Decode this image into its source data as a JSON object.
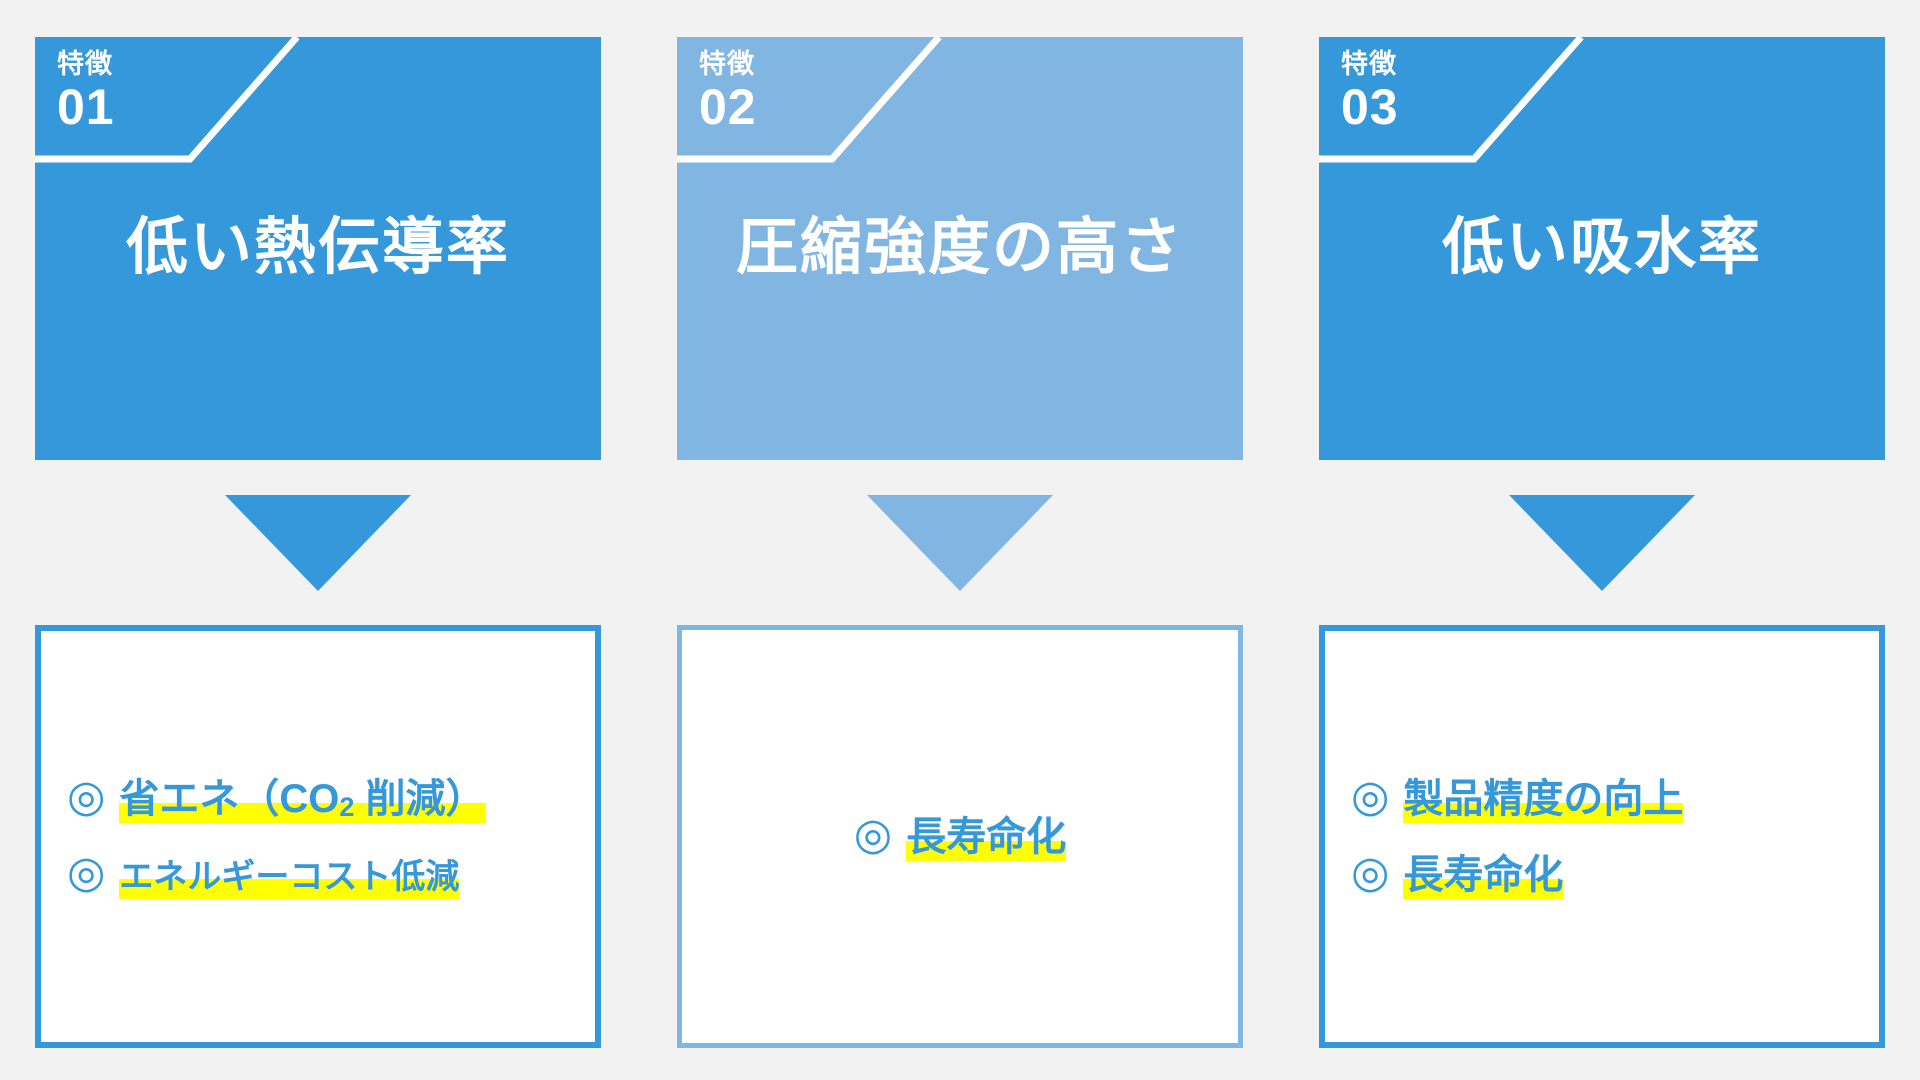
{
  "page": {
    "background_color": "#f2f2f2",
    "accent_dark": "#3498db",
    "accent_light": "#81b6e2",
    "highlight_color": "#ffff00",
    "card_text_color": "#ffffff"
  },
  "columns": [
    {
      "tone": "dark",
      "badge": {
        "label": "特徴",
        "number": "01"
      },
      "title": "低い熱伝導率",
      "arrow": {
        "name": "down-arrow"
      },
      "results": {
        "align": "left",
        "items": [
          {
            "mark": "◎",
            "text": "省エネ（CO",
            "sub": "2",
            "text_after": " 削減）",
            "highlighted": true
          },
          {
            "mark": "◎",
            "text": "エネルギーコスト低減",
            "highlighted": true
          }
        ]
      }
    },
    {
      "tone": "light",
      "badge": {
        "label": "特徴",
        "number": "02"
      },
      "title": "圧縮強度の高さ",
      "arrow": {
        "name": "down-arrow"
      },
      "results": {
        "align": "center",
        "items": [
          {
            "mark": "◎",
            "text": "長寿命化",
            "highlighted": true
          }
        ]
      }
    },
    {
      "tone": "dark",
      "badge": {
        "label": "特徴",
        "number": "03"
      },
      "title": "低い吸水率",
      "arrow": {
        "name": "down-arrow"
      },
      "results": {
        "align": "left",
        "items": [
          {
            "mark": "◎",
            "text": "製品精度の向上",
            "highlighted": true
          },
          {
            "mark": "◎",
            "text": "長寿命化",
            "highlighted": true
          }
        ]
      }
    }
  ]
}
